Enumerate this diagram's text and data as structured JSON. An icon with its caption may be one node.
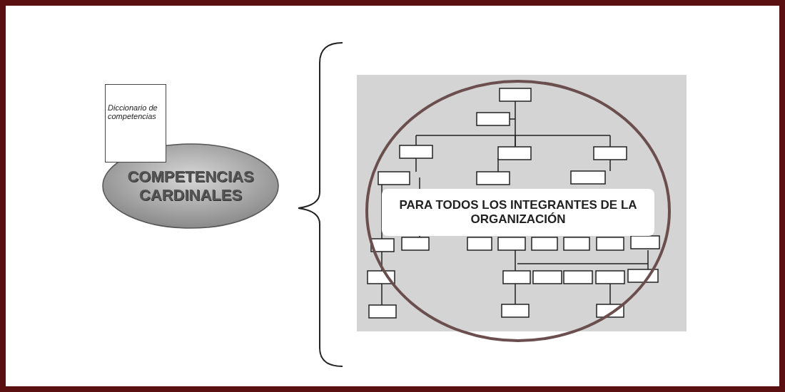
{
  "diagram": {
    "nodes": [
      {
        "text": [
          "Diccionario de competencias"
        ]
      },
      {
        "text": [
          "COMPETENCIAS CARDINALES"
        ]
      },
      {
        "text": [
          "PARA TODOS LOS INTEGRANTES DE LA ORGANIZACIÓN"
        ]
      }
    ],
    "edges": []
  }
}
